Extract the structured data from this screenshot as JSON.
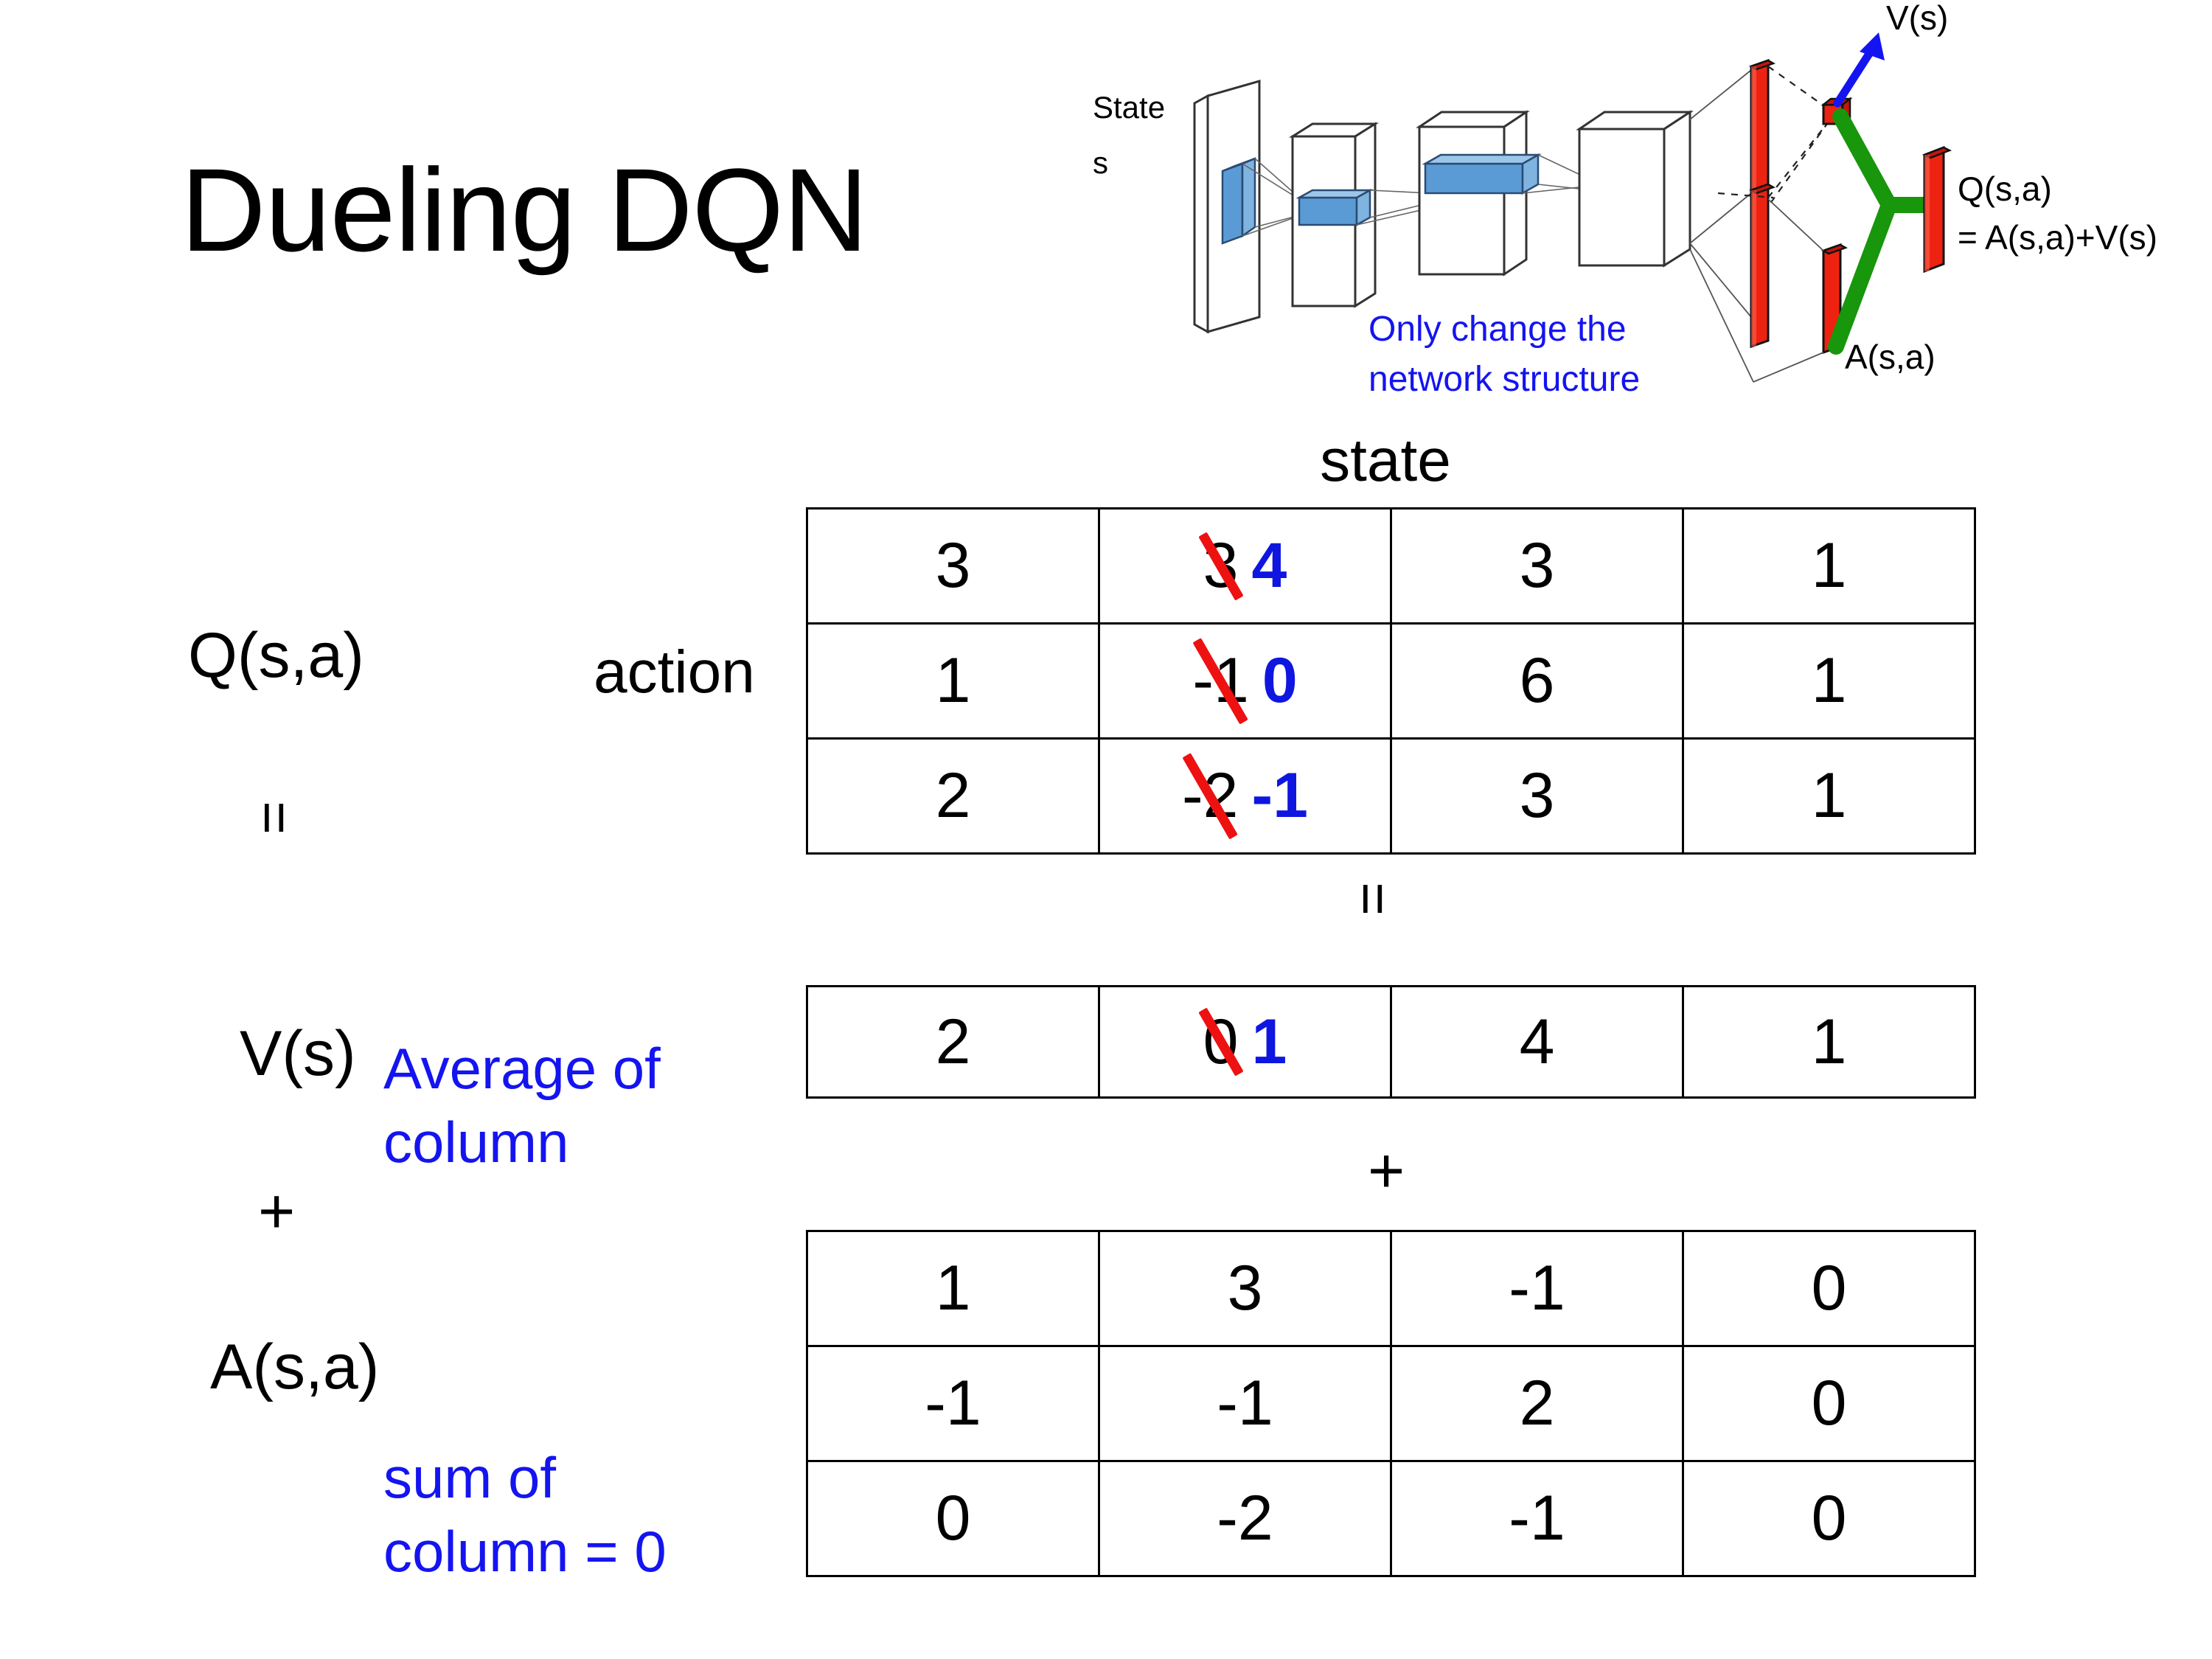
{
  "slide": {
    "title": "Dueling DQN"
  },
  "diagram": {
    "state_label_line1": "State",
    "state_label_line2": "s",
    "note": "Only change the\nnetwork structure",
    "note_line1": "Only change the",
    "note_line2": "network structure",
    "v_label": "V(s)",
    "a_label": "A(s,a)",
    "q_label_line1": "Q(s,a)",
    "q_label_line2": "= A(s,a)+V(s)",
    "colors": {
      "note_blue": "#1414f0",
      "arrow_blue": "#1414f0",
      "bar_red": "#ee2211",
      "link_green": "#18960c",
      "conv_blue": "#5b9bd5"
    }
  },
  "labels": {
    "q_label": "Q(s,a)",
    "v_label": "V(s)",
    "a_label": "A(s,a)",
    "action_axis": "action",
    "state_axis": "state",
    "equals": "=",
    "plus": "+",
    "average_note_line1": "Average of",
    "average_note_line2": "column",
    "sum_note_line1": "sum of",
    "sum_note_line2": "column = 0"
  },
  "colors": {
    "text": "#000000",
    "blue_note": "#1414f0",
    "blue_value": "#0f16e0",
    "red_strike": "#ee1111",
    "table_border": "#000000"
  },
  "chart_data": {
    "type": "table",
    "title": "Dueling DQN  Q(s,a) = V(s) + A(s,a)",
    "xlabel": "state",
    "ylabel": "action",
    "tables": [
      {
        "name": "Q(s,a)",
        "rows": [
          [
            {
              "value": "3"
            },
            {
              "value": "3",
              "struck": true,
              "replacement": "4"
            },
            {
              "value": "3"
            },
            {
              "value": "1"
            }
          ],
          [
            {
              "value": "1"
            },
            {
              "value": "-1",
              "struck": true,
              "replacement": "0"
            },
            {
              "value": "6"
            },
            {
              "value": "1"
            }
          ],
          [
            {
              "value": "2"
            },
            {
              "value": "-2",
              "struck": true,
              "replacement": "-1"
            },
            {
              "value": "3"
            },
            {
              "value": "1"
            }
          ]
        ]
      },
      {
        "name": "V(s)",
        "rows": [
          [
            {
              "value": "2"
            },
            {
              "value": "0",
              "struck": true,
              "replacement": "1"
            },
            {
              "value": "4"
            },
            {
              "value": "1"
            }
          ]
        ]
      },
      {
        "name": "A(s,a)",
        "rows": [
          [
            {
              "value": "1"
            },
            {
              "value": "3"
            },
            {
              "value": "-1"
            },
            {
              "value": "0"
            }
          ],
          [
            {
              "value": "-1"
            },
            {
              "value": "-1"
            },
            {
              "value": "2"
            },
            {
              "value": "0"
            }
          ],
          [
            {
              "value": "0"
            },
            {
              "value": "-2"
            },
            {
              "value": "-1"
            },
            {
              "value": "0"
            }
          ]
        ]
      }
    ]
  }
}
